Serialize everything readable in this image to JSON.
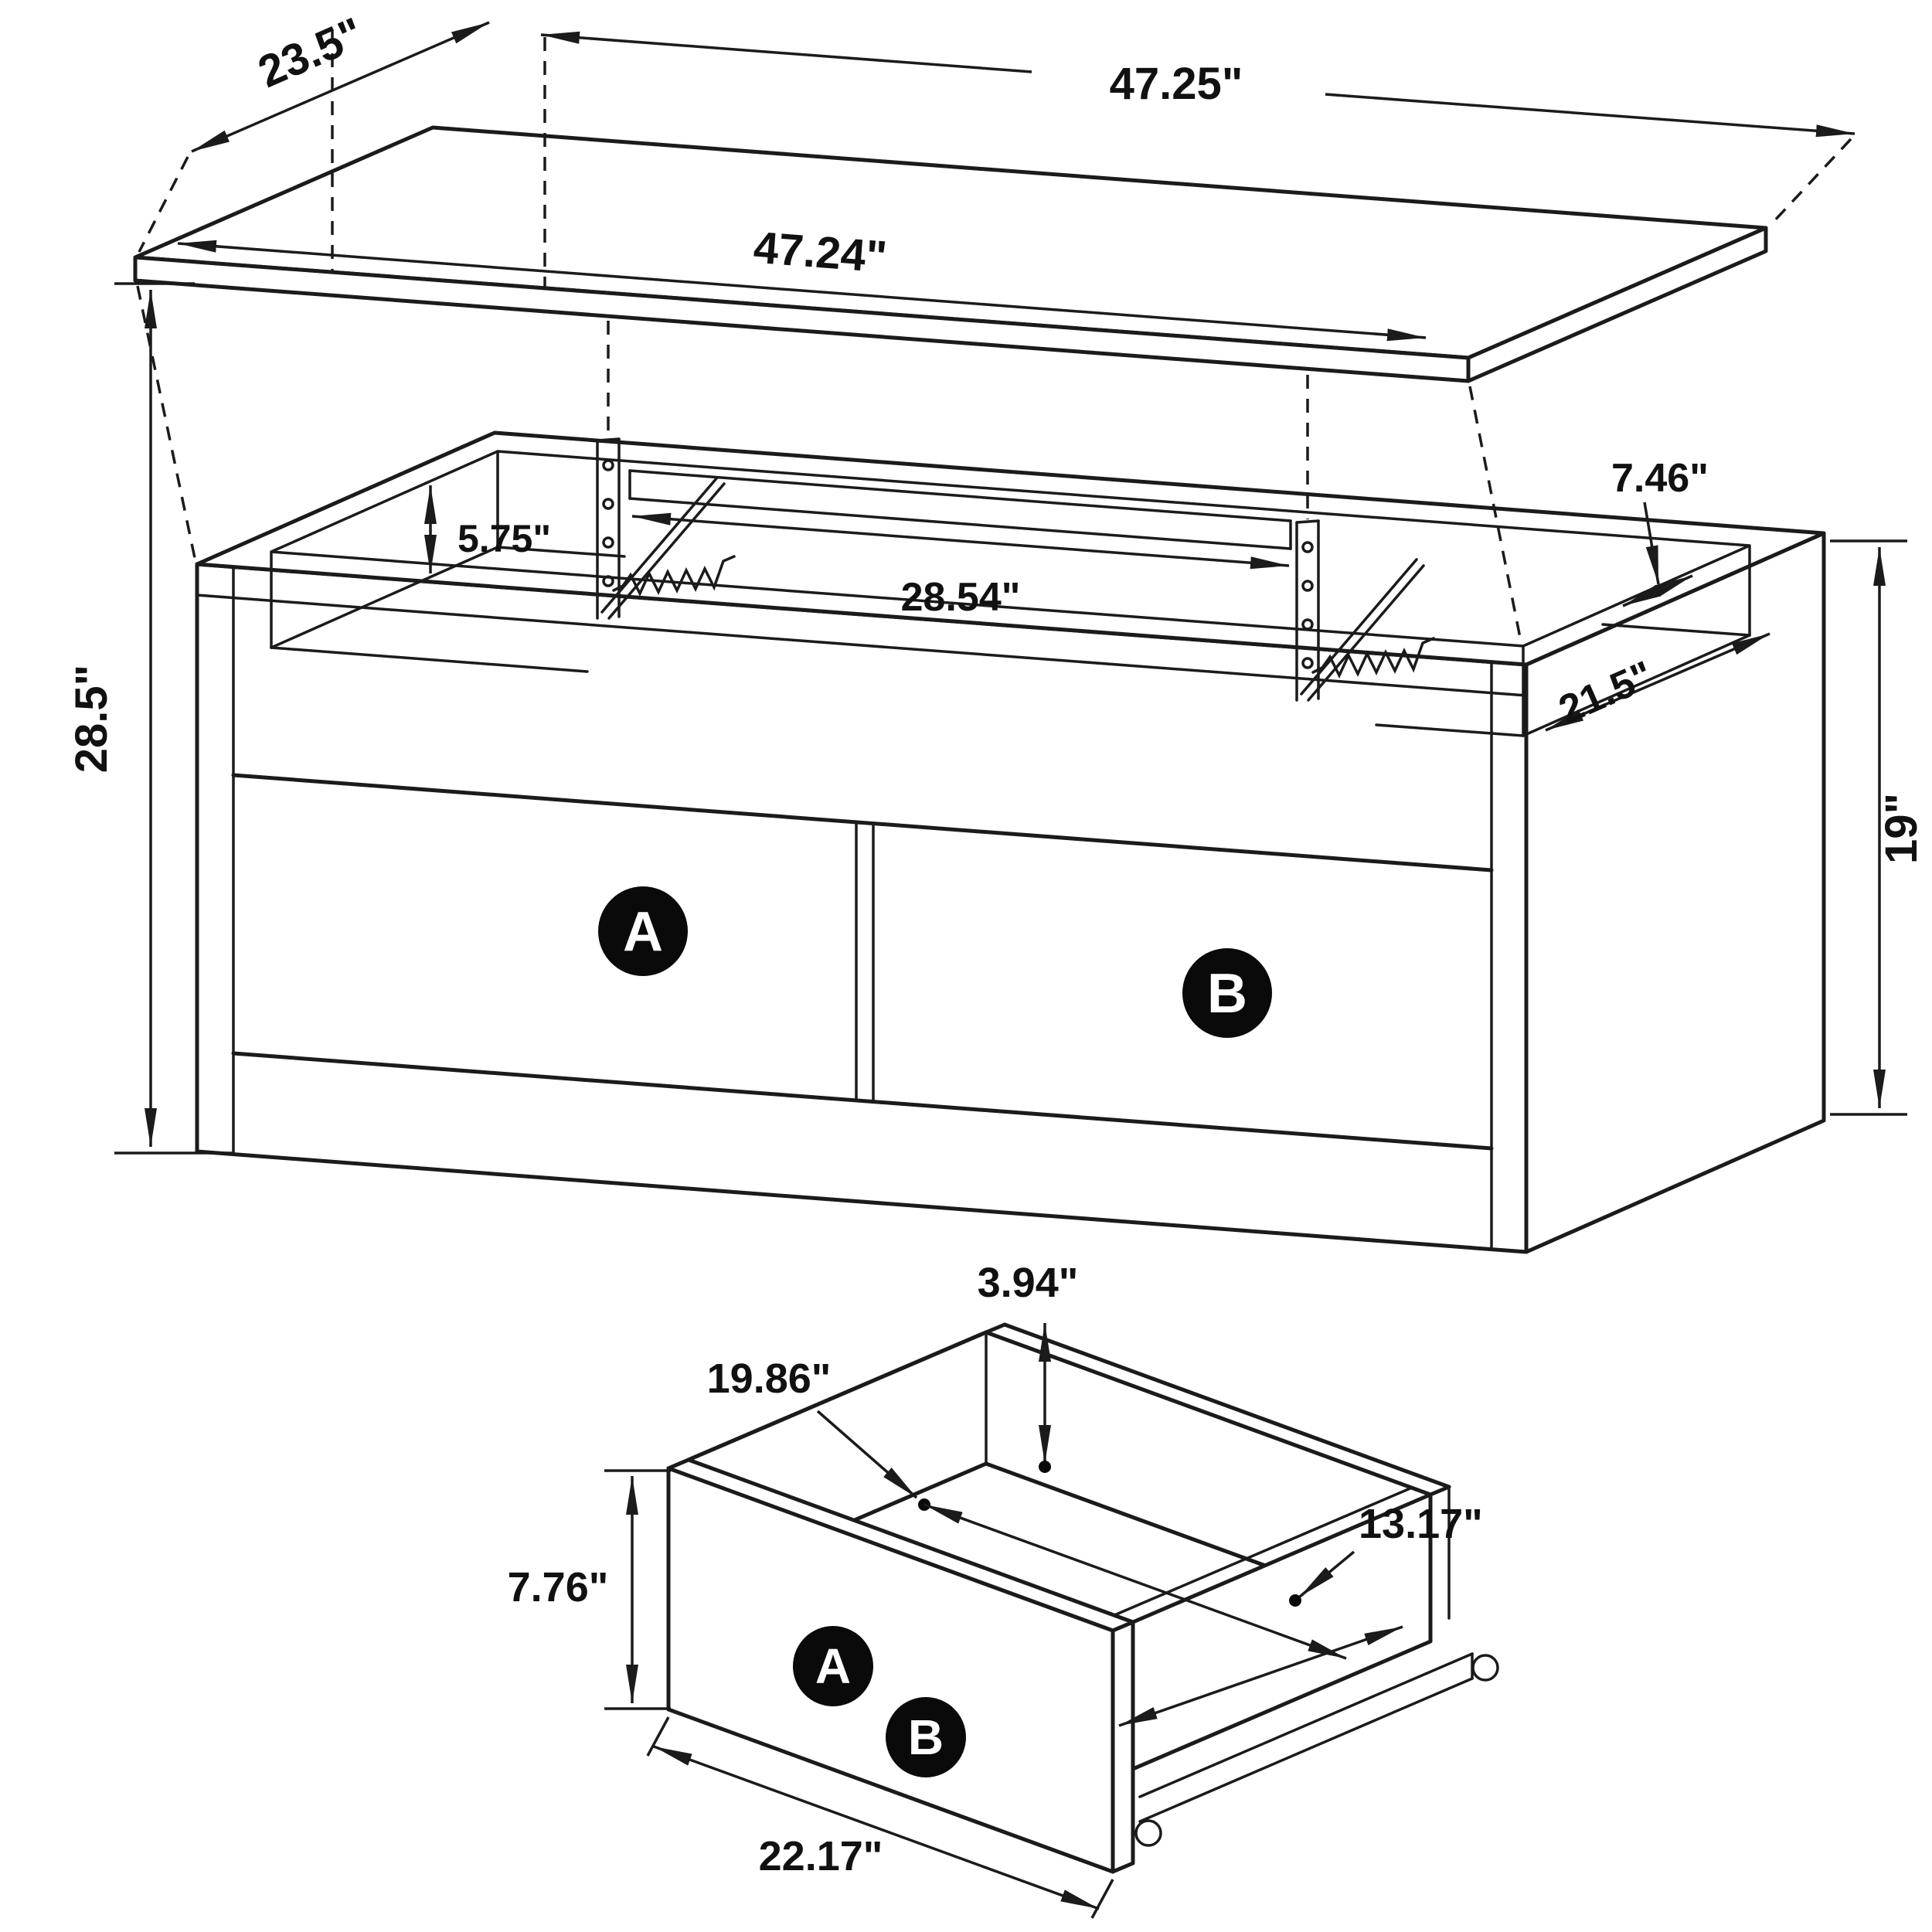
{
  "top_view": {
    "dims": {
      "top_length": "47.25\"",
      "top_depth": "23.5\"",
      "top_surface_length": "47.24\"",
      "overall_height": "28.5\"",
      "lift_clearance": "5.75\"",
      "interior_width": "28.54\"",
      "side_ledge": "7.46\"",
      "ledge_depth": "21.5\"",
      "base_height": "19\""
    },
    "labels": {
      "drawer_a": "A",
      "drawer_b": "B"
    }
  },
  "drawer_view": {
    "dims": {
      "back_height": "3.94\"",
      "interior_length": "19.86\"",
      "interior_depth": "13.17\"",
      "front_height": "7.76\"",
      "front_width": "22.17\""
    },
    "labels": {
      "drawer_a": "A",
      "drawer_b": "B"
    }
  },
  "colors": {
    "line": "#1b1b1b",
    "badge": "#0a0a0a",
    "background": "#ffffff"
  }
}
